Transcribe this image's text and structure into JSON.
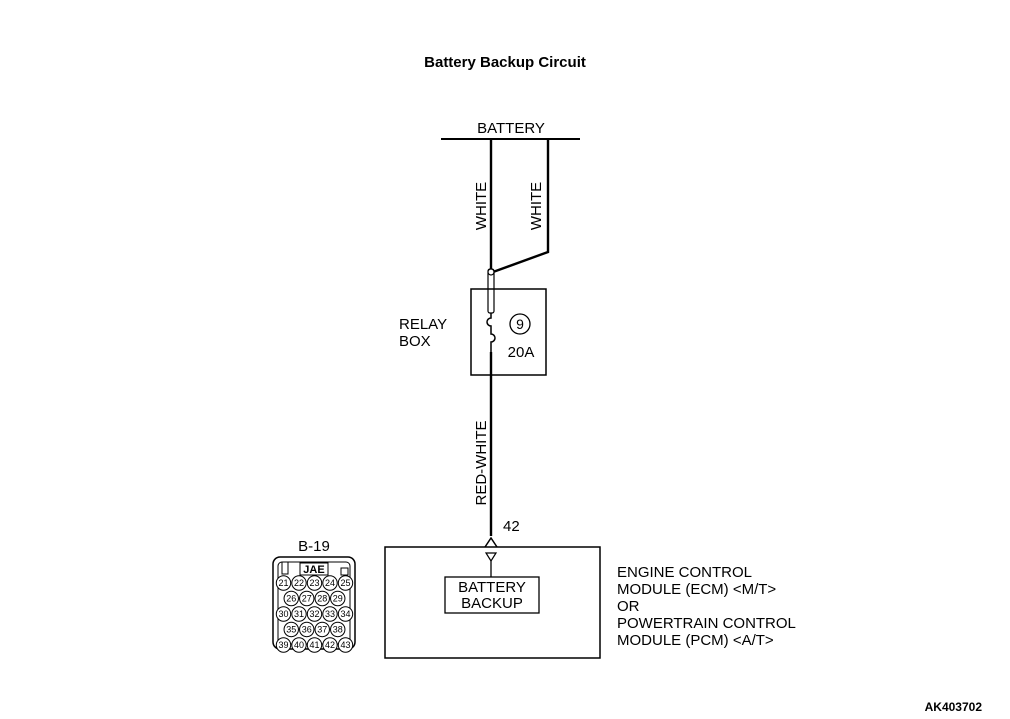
{
  "title": "Battery Backup Circuit",
  "battery_label": "BATTERY",
  "wires": {
    "left_color": "WHITE",
    "right_color": "WHITE",
    "lower_color": "RED-WHITE"
  },
  "relay_box": {
    "label_line1": "RELAY",
    "label_line2": "BOX",
    "fuse_number": "9",
    "fuse_rating": "20A"
  },
  "terminal_number": "42",
  "module": {
    "inner_label_line1": "BATTERY",
    "inner_label_line2": "BACKUP",
    "name_lines": [
      "ENGINE CONTROL",
      "MODULE (ECM) <M/T>",
      "OR",
      "POWERTRAIN CONTROL",
      "MODULE (PCM) <A/T>"
    ]
  },
  "connector": {
    "id": "B-19",
    "brand": "JAE",
    "pin_rows": [
      [
        "21",
        "22",
        "23",
        "24",
        "25"
      ],
      [
        "26",
        "27",
        "28",
        "29"
      ],
      [
        "30",
        "31",
        "32",
        "33",
        "34"
      ],
      [
        "35",
        "36",
        "37",
        "38"
      ],
      [
        "39",
        "40",
        "41",
        "42",
        "43"
      ]
    ]
  },
  "doc_id": "AK403702"
}
